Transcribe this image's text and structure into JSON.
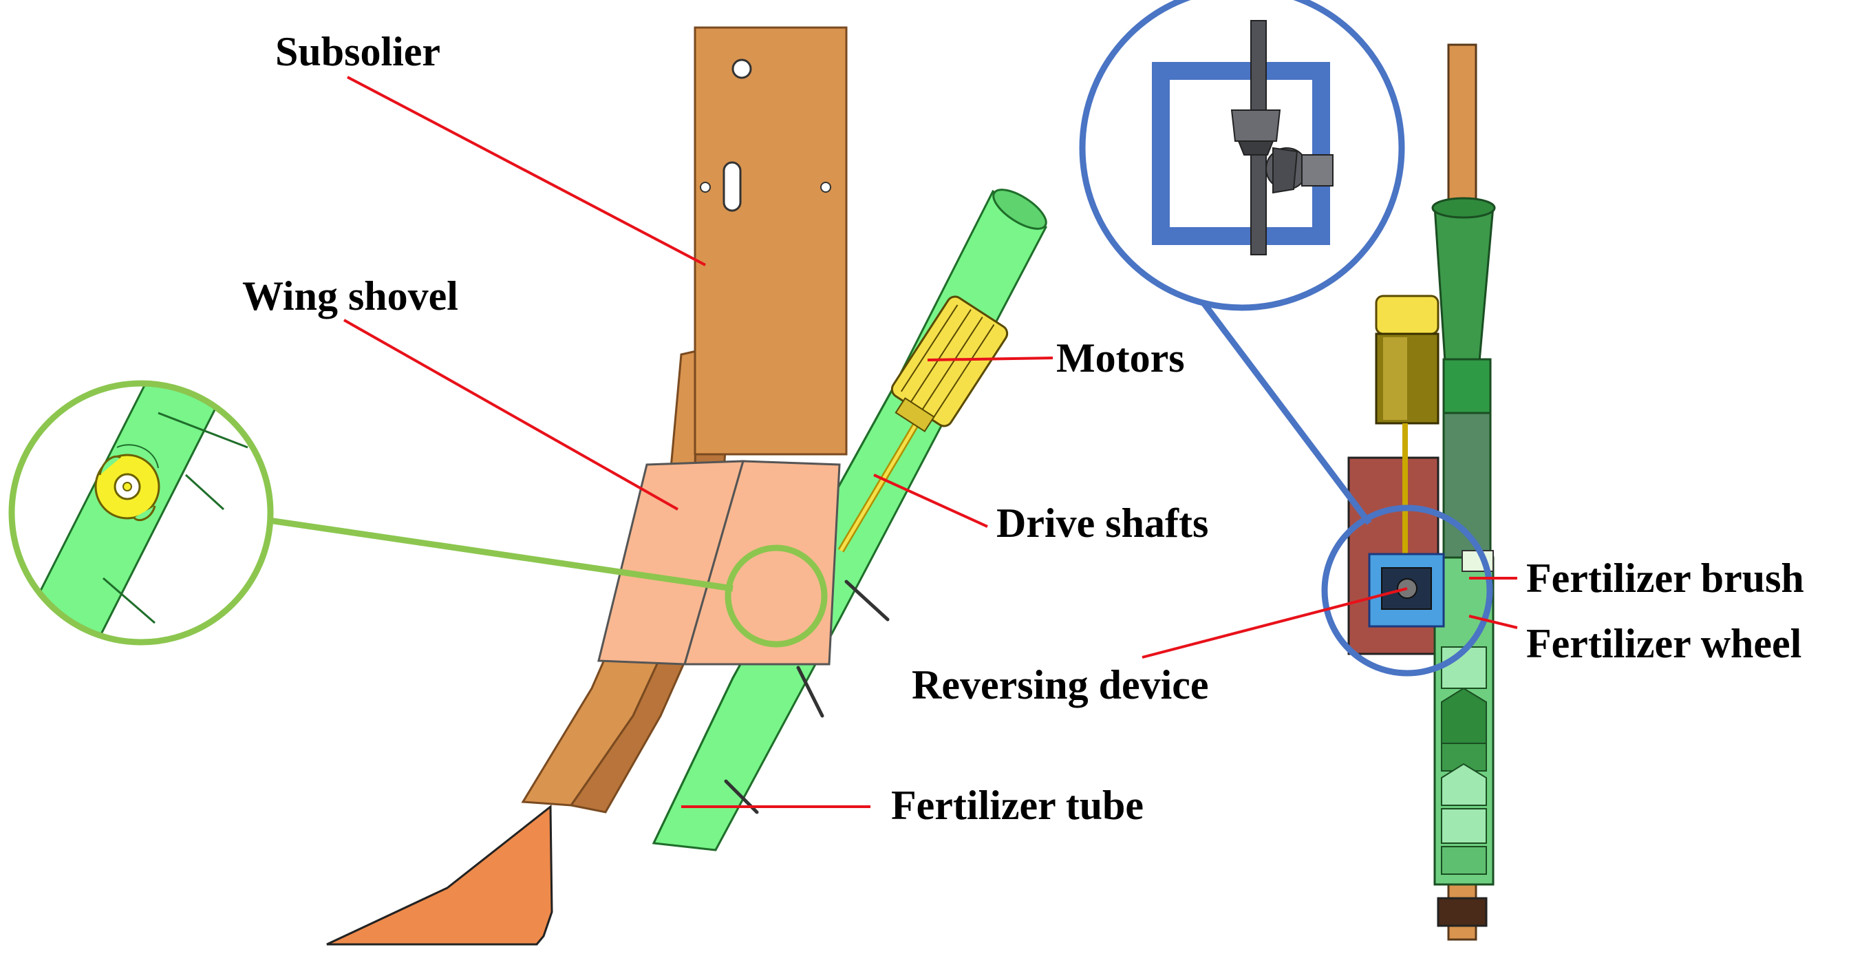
{
  "labels": {
    "subsolier": "Subsolier",
    "wing_shovel": "Wing shovel",
    "motors": "Motors",
    "drive_shafts": "Drive shafts",
    "fertilizer_tube": "Fertilizer tube",
    "fertilizer_brush": "Fertilizer brush",
    "fertilizer_wheel": "Fertilizer wheel",
    "reversing_device": "Reversing device"
  },
  "colors": {
    "subsoiler": "#d9944f",
    "subsoiler_dark": "#b8743a",
    "shovel_tip": "#ee8a4b",
    "wing_shovel": "#f9b891",
    "tube": "#79f58a",
    "tube_dark": "#2fa040",
    "motor": "#f5e04a",
    "leader": "#e8111a",
    "zoom_green": "#8cc64f",
    "zoom_blue": "#4a74c4",
    "plate": "#a84f45",
    "wheel": "#9fe8b0"
  }
}
